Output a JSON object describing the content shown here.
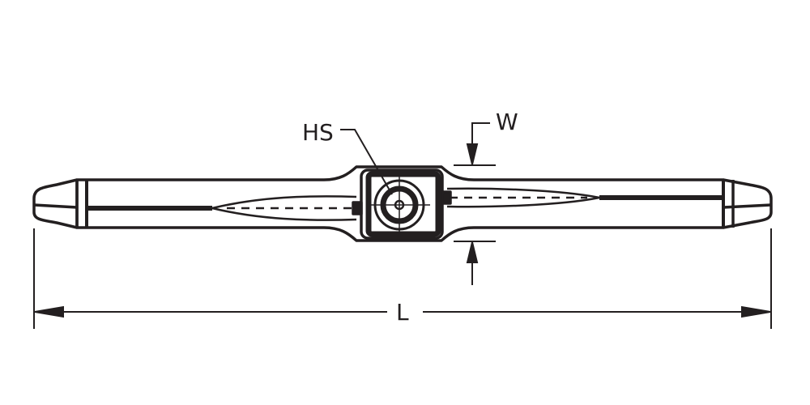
{
  "diagram": {
    "labels": {
      "hole_size": "HS",
      "width": "W",
      "length": "L"
    },
    "colors": {
      "ink": "#231f20",
      "background": "#ffffff"
    }
  }
}
